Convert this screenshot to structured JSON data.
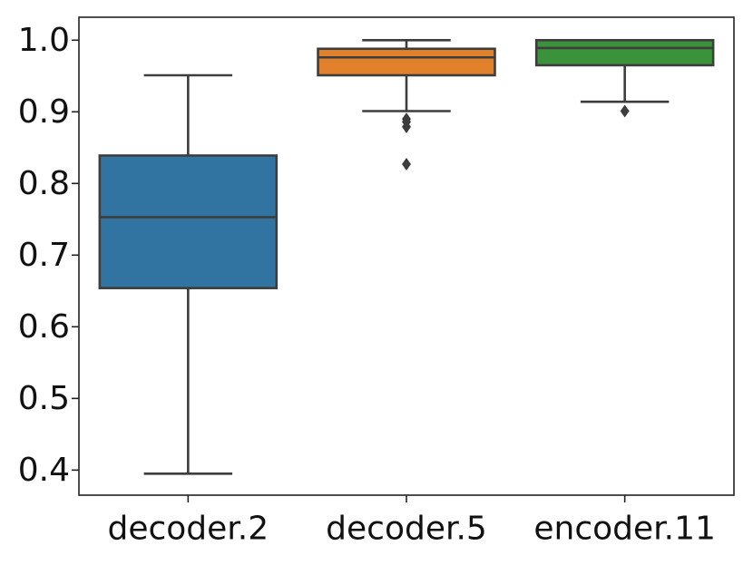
{
  "chart_data": {
    "type": "box",
    "title": "",
    "xlabel": "",
    "ylabel": "",
    "categories": [
      "decoder.2",
      "decoder.5",
      "encoder.11"
    ],
    "colors": [
      "#3274a1",
      "#e1812c",
      "#3a923a"
    ],
    "edge_color": "#3d3d3d",
    "ylim": [
      0.365,
      1.032
    ],
    "yticks": [
      0.4,
      0.5,
      0.6,
      0.7,
      0.8,
      0.9,
      1.0
    ],
    "ytick_labels": [
      "0.4",
      "0.5",
      "0.6",
      "0.7",
      "0.8",
      "0.9",
      "1.0"
    ],
    "boxes": [
      {
        "category": "decoder.2",
        "whisker_low": 0.395,
        "q1": 0.654,
        "median": 0.753,
        "q3": 0.839,
        "whisker_high": 0.951,
        "outliers": []
      },
      {
        "category": "decoder.5",
        "whisker_low": 0.901,
        "q1": 0.951,
        "median": 0.976,
        "q3": 0.988,
        "whisker_high": 1.0,
        "outliers": [
          0.89,
          0.886,
          0.879,
          0.827
        ]
      },
      {
        "category": "encoder.11",
        "whisker_low": 0.914,
        "q1": 0.965,
        "median": 0.989,
        "q3": 1.0,
        "whisker_high": 1.0,
        "outliers": [
          0.901
        ]
      }
    ],
    "grid": false,
    "legend": "none"
  }
}
